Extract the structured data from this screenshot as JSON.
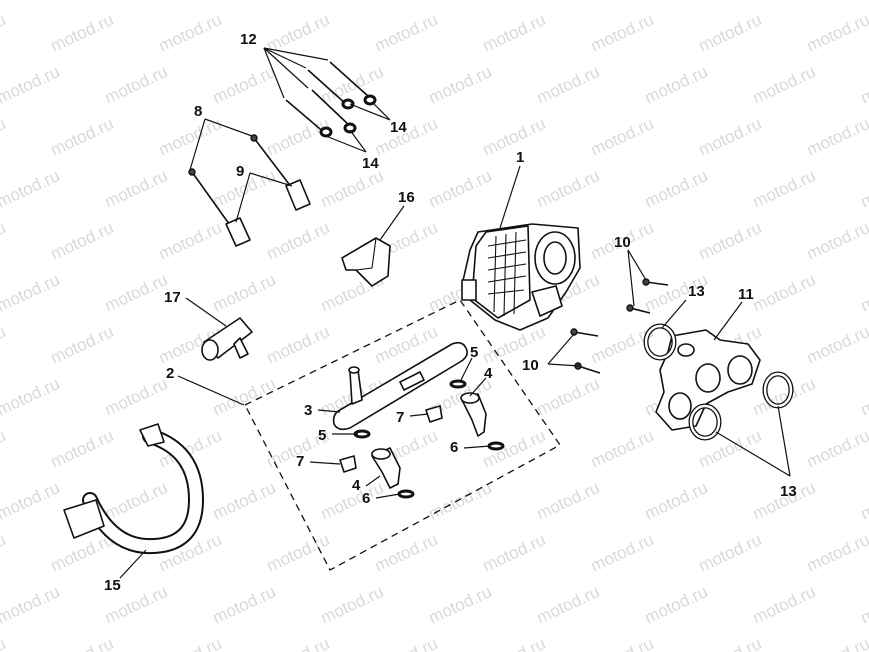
{
  "watermark": {
    "text": "motod.ru",
    "color": "#d9d9d9"
  },
  "callouts": [
    {
      "id": "c1",
      "label": "1"
    },
    {
      "id": "c2",
      "label": "2"
    },
    {
      "id": "c3",
      "label": "3"
    },
    {
      "id": "c4a",
      "label": "4"
    },
    {
      "id": "c4b",
      "label": "4"
    },
    {
      "id": "c5a",
      "label": "5"
    },
    {
      "id": "c5b",
      "label": "5"
    },
    {
      "id": "c6a",
      "label": "6"
    },
    {
      "id": "c6b",
      "label": "6"
    },
    {
      "id": "c7a",
      "label": "7"
    },
    {
      "id": "c7b",
      "label": "7"
    },
    {
      "id": "c8",
      "label": "8"
    },
    {
      "id": "c9",
      "label": "9"
    },
    {
      "id": "c10a",
      "label": "10"
    },
    {
      "id": "c10b",
      "label": "10"
    },
    {
      "id": "c11",
      "label": "11"
    },
    {
      "id": "c12",
      "label": "12"
    },
    {
      "id": "c13a",
      "label": "13"
    },
    {
      "id": "c13b",
      "label": "13"
    },
    {
      "id": "c14a",
      "label": "14"
    },
    {
      "id": "c14b",
      "label": "14"
    },
    {
      "id": "c15",
      "label": "15"
    },
    {
      "id": "c16",
      "label": "16"
    },
    {
      "id": "c17",
      "label": "17"
    }
  ]
}
